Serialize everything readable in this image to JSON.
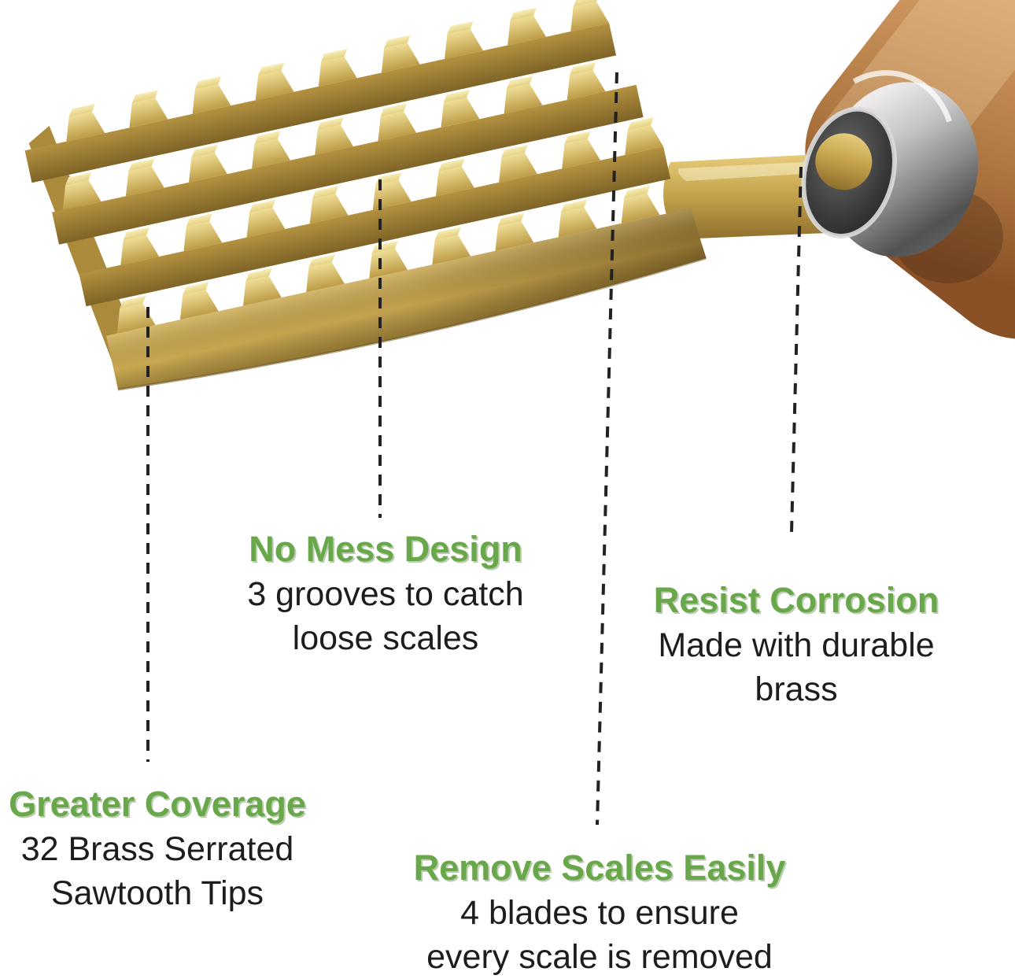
{
  "image": {
    "background": "#ffffff",
    "description_colors": {
      "accent_green": "#69a84a",
      "body_text": "#1d1d1d",
      "brass": "#c9a94e",
      "brass_dark": "#86682a",
      "chrome": "#c0c0c0",
      "wood": "#b97a45",
      "callout_line": "#222222"
    }
  },
  "callouts": [
    {
      "id": "no-mess-design",
      "title": "No Mess Design",
      "lines": [
        "3 grooves to catch",
        "loose scales"
      ]
    },
    {
      "id": "resist-corrosion",
      "title": "Resist Corrosion",
      "lines": [
        "Made with durable",
        "brass"
      ]
    },
    {
      "id": "greater-coverage",
      "title": "Greater Coverage",
      "lines": [
        "32 Brass Serrated",
        "Sawtooth Tips"
      ]
    },
    {
      "id": "remove-scales-easily",
      "title": "Remove Scales Easily",
      "lines": [
        "4 blades to ensure",
        "every scale is removed"
      ]
    }
  ]
}
